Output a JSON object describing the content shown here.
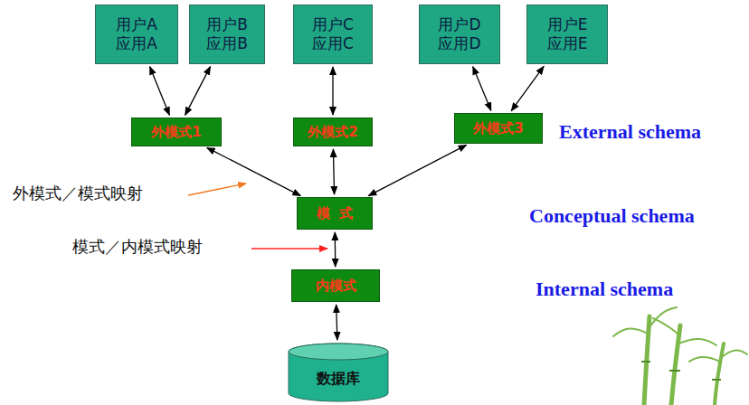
{
  "diagram": {
    "nodes": [
      {
        "text": [
          "用户A",
          "应用A"
        ]
      },
      {
        "text": [
          "用户B",
          "应用B"
        ]
      },
      {
        "text": [
          "用户C",
          "应用C"
        ]
      },
      {
        "text": [
          "用户D",
          "应用D"
        ]
      },
      {
        "text": [
          "用户E",
          "应用E"
        ]
      },
      {
        "text": [
          "外模式1"
        ]
      },
      {
        "text": [
          "外模式2"
        ]
      },
      {
        "text": [
          "外模式3"
        ]
      },
      {
        "text": [
          "模  式"
        ]
      },
      {
        "text": [
          "内模式"
        ]
      },
      {
        "text": [
          "数据库"
        ]
      }
    ],
    "edges": [
      {
        "from": 0,
        "to": 5,
        "arrow": "both"
      },
      {
        "from": 1,
        "to": 5,
        "arrow": "both"
      },
      {
        "from": 2,
        "to": 6,
        "arrow": "both"
      },
      {
        "from": 3,
        "to": 7,
        "arrow": "both"
      },
      {
        "from": 4,
        "to": 7,
        "arrow": "both"
      },
      {
        "from": 5,
        "to": 8,
        "arrow": "both"
      },
      {
        "from": 6,
        "to": 8,
        "arrow": "both"
      },
      {
        "from": 7,
        "to": 8,
        "arrow": "both"
      },
      {
        "from": 8,
        "to": 9,
        "arrow": "both"
      },
      {
        "from": 9,
        "to": 10,
        "arrow": "both"
      }
    ],
    "labels": [
      "External schema",
      "Conceptual schema",
      "Internal schema",
      "外模式／模式映射",
      "模式／内模式映射"
    ]
  }
}
